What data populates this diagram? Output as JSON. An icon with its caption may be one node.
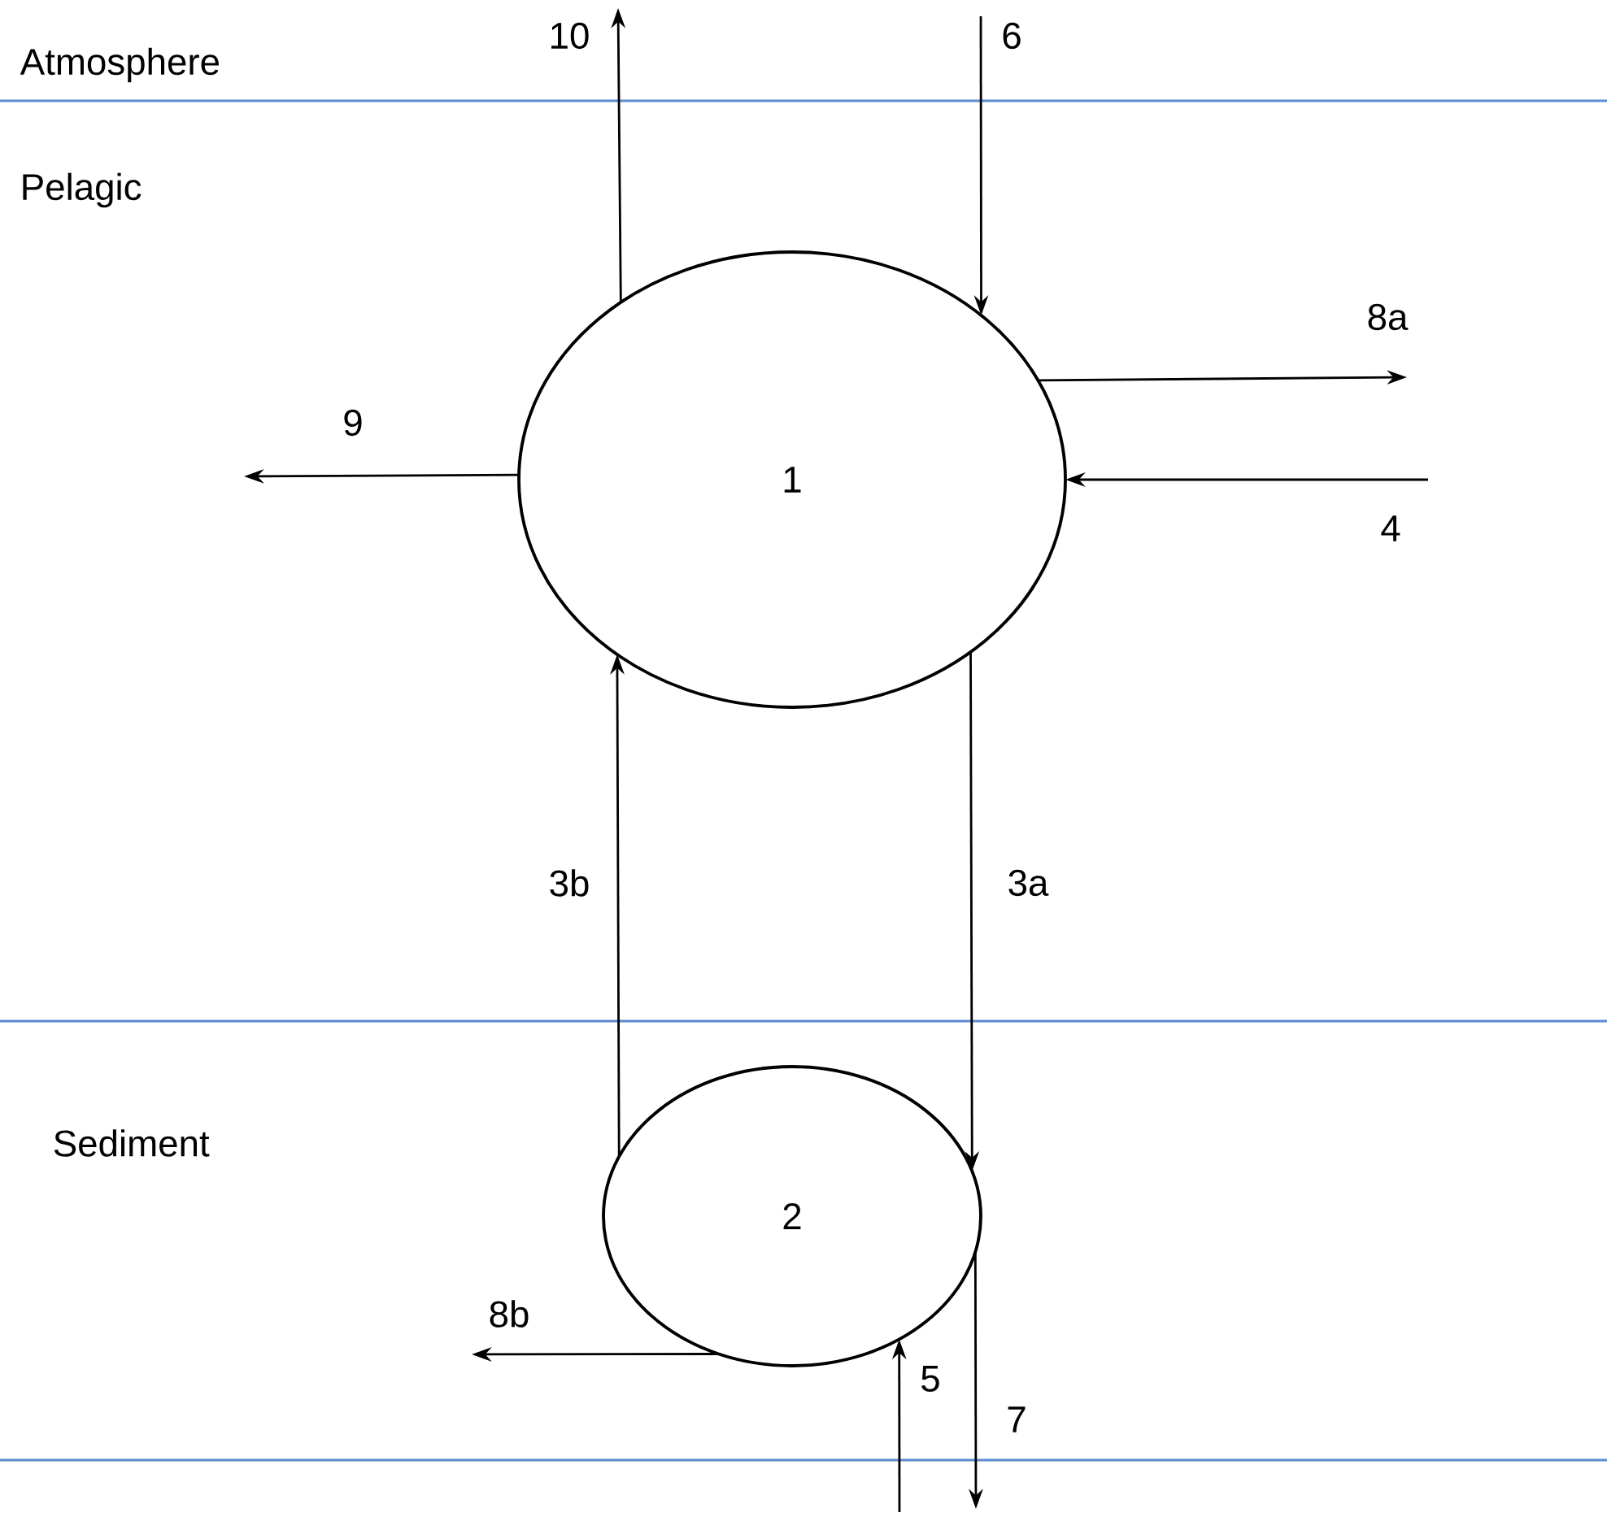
{
  "diagram": {
    "nodes": [
      {
        "text": [
          "1"
        ]
      },
      {
        "text": [
          "2"
        ]
      }
    ],
    "edges": [
      {
        "from": 0,
        "to": null,
        "arrow": "to",
        "label": "10"
      },
      {
        "from": null,
        "to": 0,
        "arrow": "to",
        "label": "6"
      },
      {
        "from": 0,
        "to": null,
        "arrow": "to",
        "label": "8a"
      },
      {
        "from": null,
        "to": 0,
        "arrow": "to",
        "label": "4"
      },
      {
        "from": 0,
        "to": null,
        "arrow": "to",
        "label": "9"
      },
      {
        "from": 1,
        "to": 0,
        "arrow": "to",
        "label": "3b"
      },
      {
        "from": 0,
        "to": 1,
        "arrow": "to",
        "label": "3a"
      },
      {
        "from": 1,
        "to": null,
        "arrow": "to",
        "label": "8b"
      },
      {
        "from": null,
        "to": 1,
        "arrow": "to",
        "label": "5"
      },
      {
        "from": 1,
        "to": null,
        "arrow": "to",
        "label": "7"
      }
    ],
    "labels": [
      "Atmosphere",
      "Pelagic",
      "Sediment"
    ]
  }
}
